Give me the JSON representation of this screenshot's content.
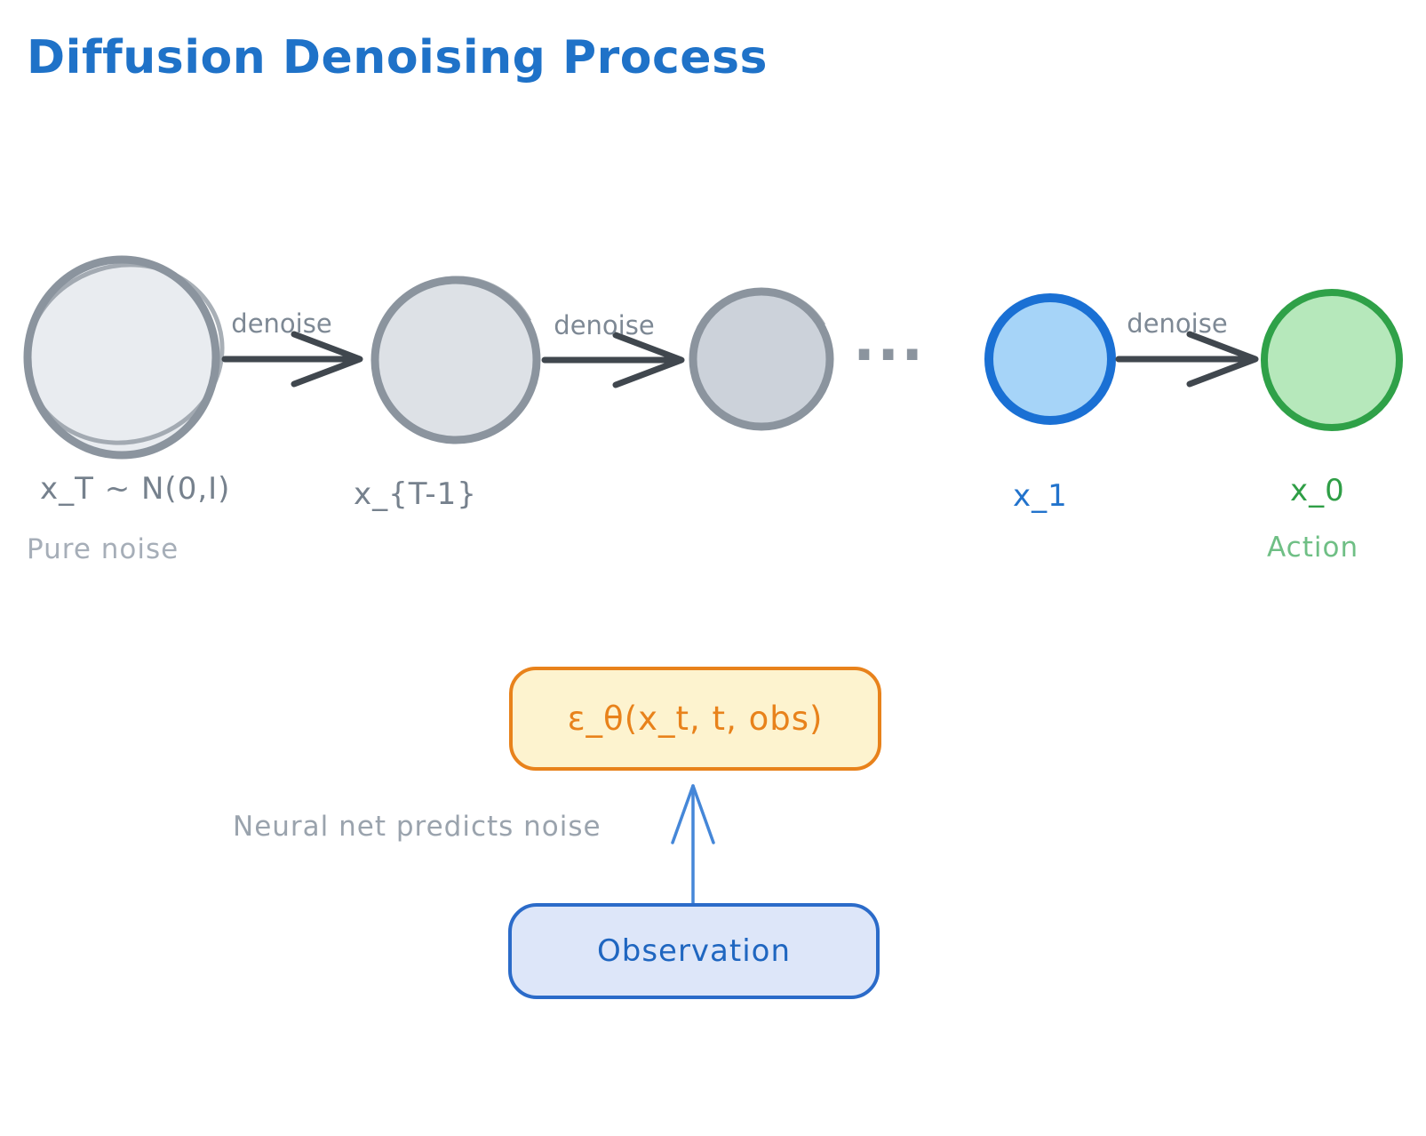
{
  "title": "Diffusion Denoising Process",
  "chain": {
    "arrow_label": "denoise",
    "ellipsis": "...",
    "nodes": [
      {
        "id": "x_T",
        "label": "x_T ~ N(0,I)",
        "sublabel": "Pure noise",
        "type": "noise-large"
      },
      {
        "id": "x_T-1",
        "label": "x_{T-1}",
        "type": "noise-medium"
      },
      {
        "id": "intermediate",
        "label": "",
        "type": "noise-small"
      },
      {
        "id": "x_1",
        "label": "x_1",
        "type": "almost-clean"
      },
      {
        "id": "x_0",
        "label": "x_0",
        "sublabel": "Action",
        "type": "clean"
      }
    ]
  },
  "predictor": {
    "formula": "ε_θ(x_t, t, obs)",
    "caption": "Neural net predicts noise",
    "observation": "Observation"
  },
  "colors": {
    "title_blue": "#1f72c8",
    "node_gray_stroke": "#8b949e",
    "node_fill_1": "#e9ecf0",
    "node_fill_2": "#dde1e6",
    "node_fill_3": "#ccd2da",
    "blue_stroke": "#1a70d4",
    "blue_fill": "#a6d4f8",
    "green_stroke": "#2fa148",
    "green_fill": "#b6e8bb",
    "arrow_dark": "#40474e",
    "label_gray": "#76818d",
    "sublabel_gray": "#a6aeb8",
    "denoise_gray": "#7d8894",
    "label_blue": "#2273cc",
    "label_green": "#2f9e46",
    "action_green": "#6fbf85",
    "formula_orange": "#e8821b",
    "formula_fill": "#fdf3cf",
    "obs_stroke": "#2b6bc9",
    "obs_fill": "#dde6f9",
    "obs_text": "#1f66c0",
    "connector_blue": "#4587d8",
    "caption_gray": "#9aa3ad"
  }
}
